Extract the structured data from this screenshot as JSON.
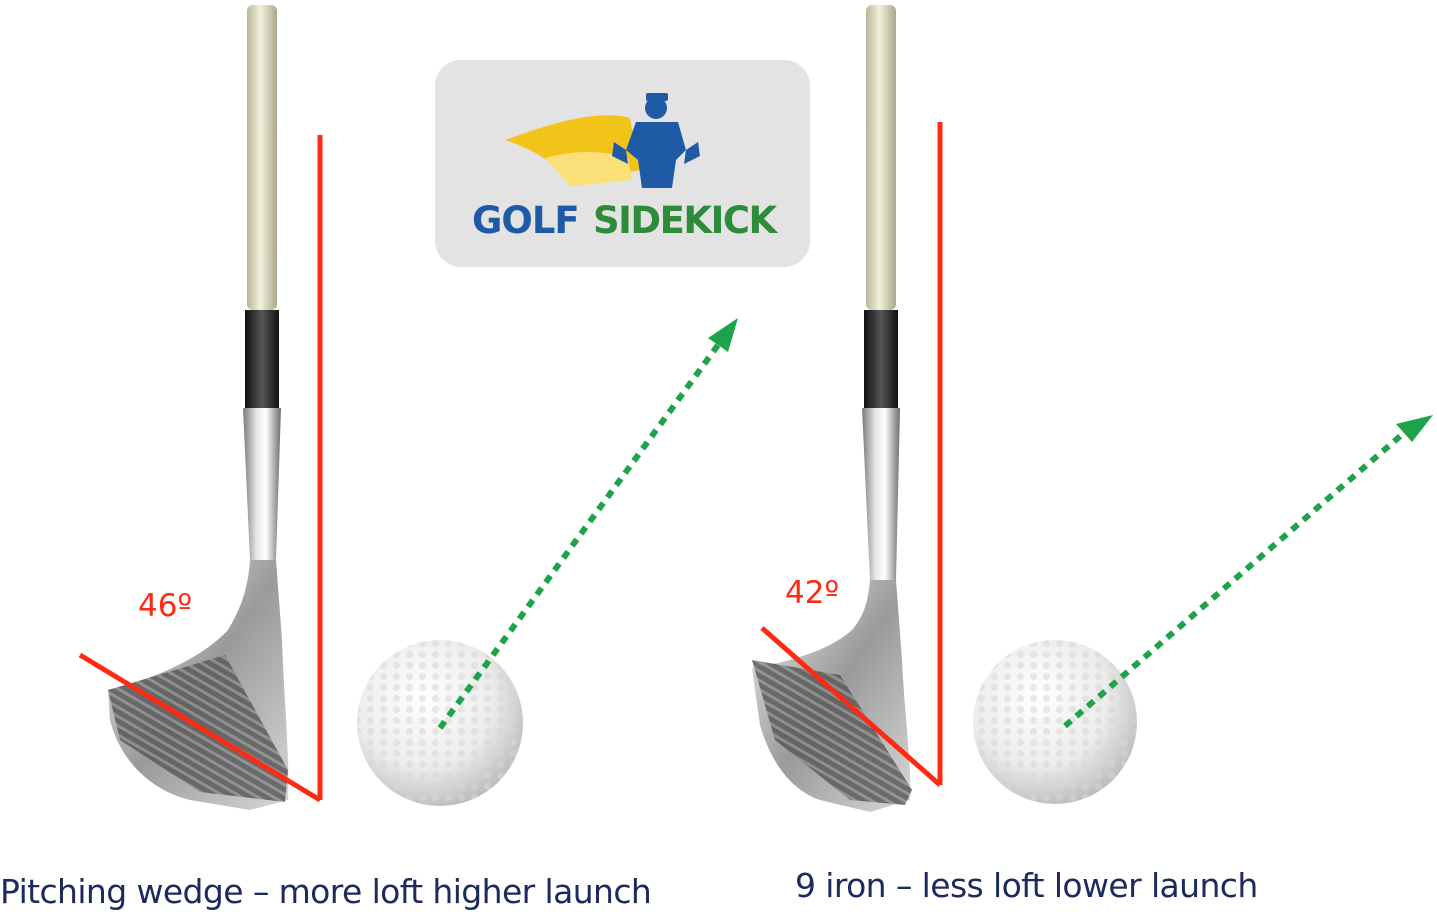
{
  "logo": {
    "word1": "GOLF",
    "word2": "SIDEKICK",
    "colors": {
      "word1": "#1f5aa6",
      "word2": "#2e8b3a",
      "figure": "#1f5aa6",
      "cape": "#f2c41a",
      "panel": "#e3e3e3"
    }
  },
  "left": {
    "loft_label": "46º",
    "loft_degrees": 46,
    "caption": "Pitching wedge – more loft higher launch"
  },
  "right": {
    "loft_label": "42º",
    "loft_degrees": 42,
    "caption": "9 iron – less loft lower launch"
  },
  "colors": {
    "loft_line": "#ff2a14",
    "launch_arrow": "#1ea34a",
    "caption_text": "#1c2a5c"
  },
  "icons": [
    "golf-club-icon",
    "golf-ball-icon",
    "launch-arrow-icon",
    "superhero-golfer-icon"
  ]
}
